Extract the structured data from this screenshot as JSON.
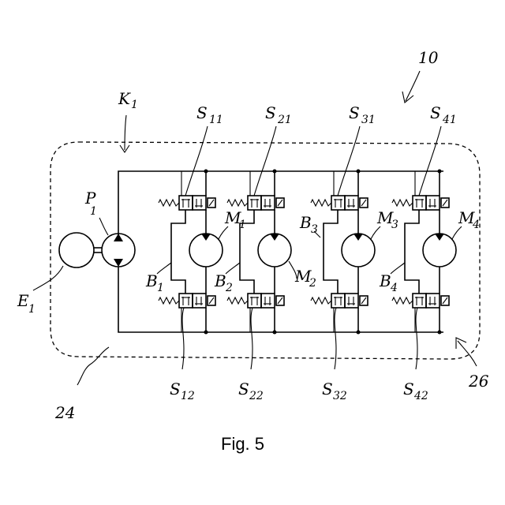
{
  "figure_caption": "Fig. 5",
  "labels": {
    "system": "10",
    "circuit_box": "K",
    "circuit_box_sub": "1",
    "pump": "P",
    "pump_sub": "1",
    "engine": "E",
    "engine_sub": "1",
    "ref_24": "24",
    "ref_26": "26"
  },
  "columns": [
    {
      "valve_top": "S",
      "valve_top_sub": "11",
      "valve_bottom": "S",
      "valve_bottom_sub": "12",
      "motor": "M",
      "motor_sub": "1",
      "bypass": "B",
      "bypass_sub": "1"
    },
    {
      "valve_top": "S",
      "valve_top_sub": "21",
      "valve_bottom": "S",
      "valve_bottom_sub": "22",
      "motor": "M",
      "motor_sub": "2",
      "bypass": "B",
      "bypass_sub": "2"
    },
    {
      "valve_top": "S",
      "valve_top_sub": "31",
      "valve_bottom": "S",
      "valve_bottom_sub": "32",
      "motor": "M",
      "motor_sub": "3",
      "bypass": "B",
      "bypass_sub": "3"
    },
    {
      "valve_top": "S",
      "valve_top_sub": "41",
      "valve_bottom": "S",
      "valve_bottom_sub": "42",
      "motor": "M",
      "motor_sub": "4",
      "bypass": "B",
      "bypass_sub": "4"
    }
  ]
}
